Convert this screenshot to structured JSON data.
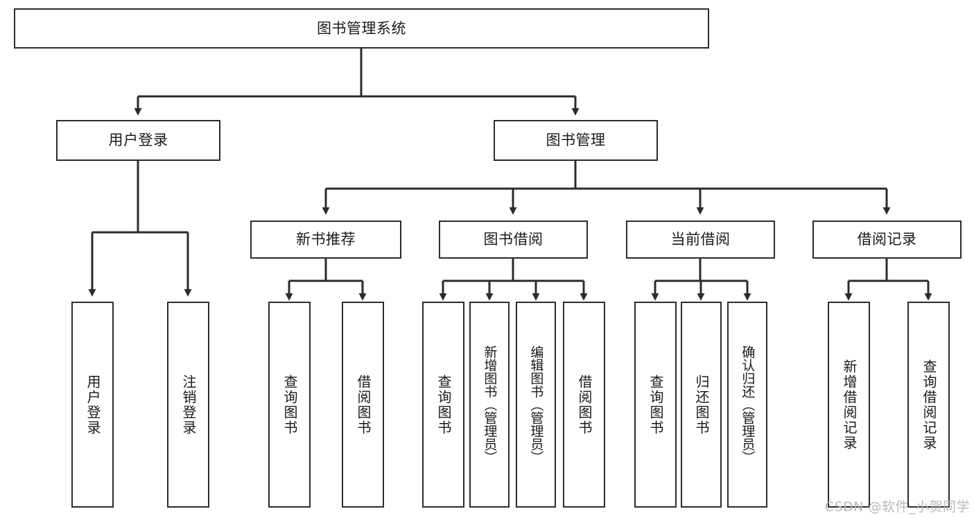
{
  "diagram": {
    "title_node": {
      "label": "图书管理系统"
    },
    "level2": [
      {
        "id": "user-login",
        "label": "用户登录"
      },
      {
        "id": "book-management",
        "label": "图书管理"
      }
    ],
    "level3": [
      {
        "id": "new-book-recommend",
        "label": "新书推荐"
      },
      {
        "id": "book-borrow",
        "label": "图书借阅"
      },
      {
        "id": "current-borrow",
        "label": "当前借阅"
      },
      {
        "id": "borrow-record",
        "label": "借阅记录"
      }
    ],
    "leaves": {
      "user_login": [
        {
          "id": "leaf-user-login",
          "label": "用户登录"
        },
        {
          "id": "leaf-logout-login",
          "label": "注销登录"
        }
      ],
      "new_book_recommend": [
        {
          "id": "leaf-query-book-1",
          "label": "查询图书"
        },
        {
          "id": "leaf-borrow-book-1",
          "label": "借阅图书"
        }
      ],
      "book_borrow": [
        {
          "id": "leaf-query-book-2",
          "label": "查询图书"
        },
        {
          "id": "leaf-add-book-admin",
          "label": "新增图书（管理员）"
        },
        {
          "id": "leaf-edit-book-admin",
          "label": "编辑图书（管理员）"
        },
        {
          "id": "leaf-borrow-book-2",
          "label": "借阅图书"
        }
      ],
      "current_borrow": [
        {
          "id": "leaf-query-book-3",
          "label": "查询图书"
        },
        {
          "id": "leaf-return-book",
          "label": "归还图书"
        },
        {
          "id": "leaf-confirm-return-admin",
          "label": "确认归还（管理员）"
        }
      ],
      "borrow_record": [
        {
          "id": "leaf-add-borrow-record",
          "label": "新增借阅记录"
        },
        {
          "id": "leaf-query-borrow-record",
          "label": "查询借阅记录"
        }
      ]
    },
    "watermark": {
      "text": "CSDN @软件_小贺同学"
    },
    "colors": {
      "border": "#2b2b2b",
      "background": "#ffffff",
      "text": "#1a1a1a",
      "watermark": "#b9b9b9"
    }
  }
}
